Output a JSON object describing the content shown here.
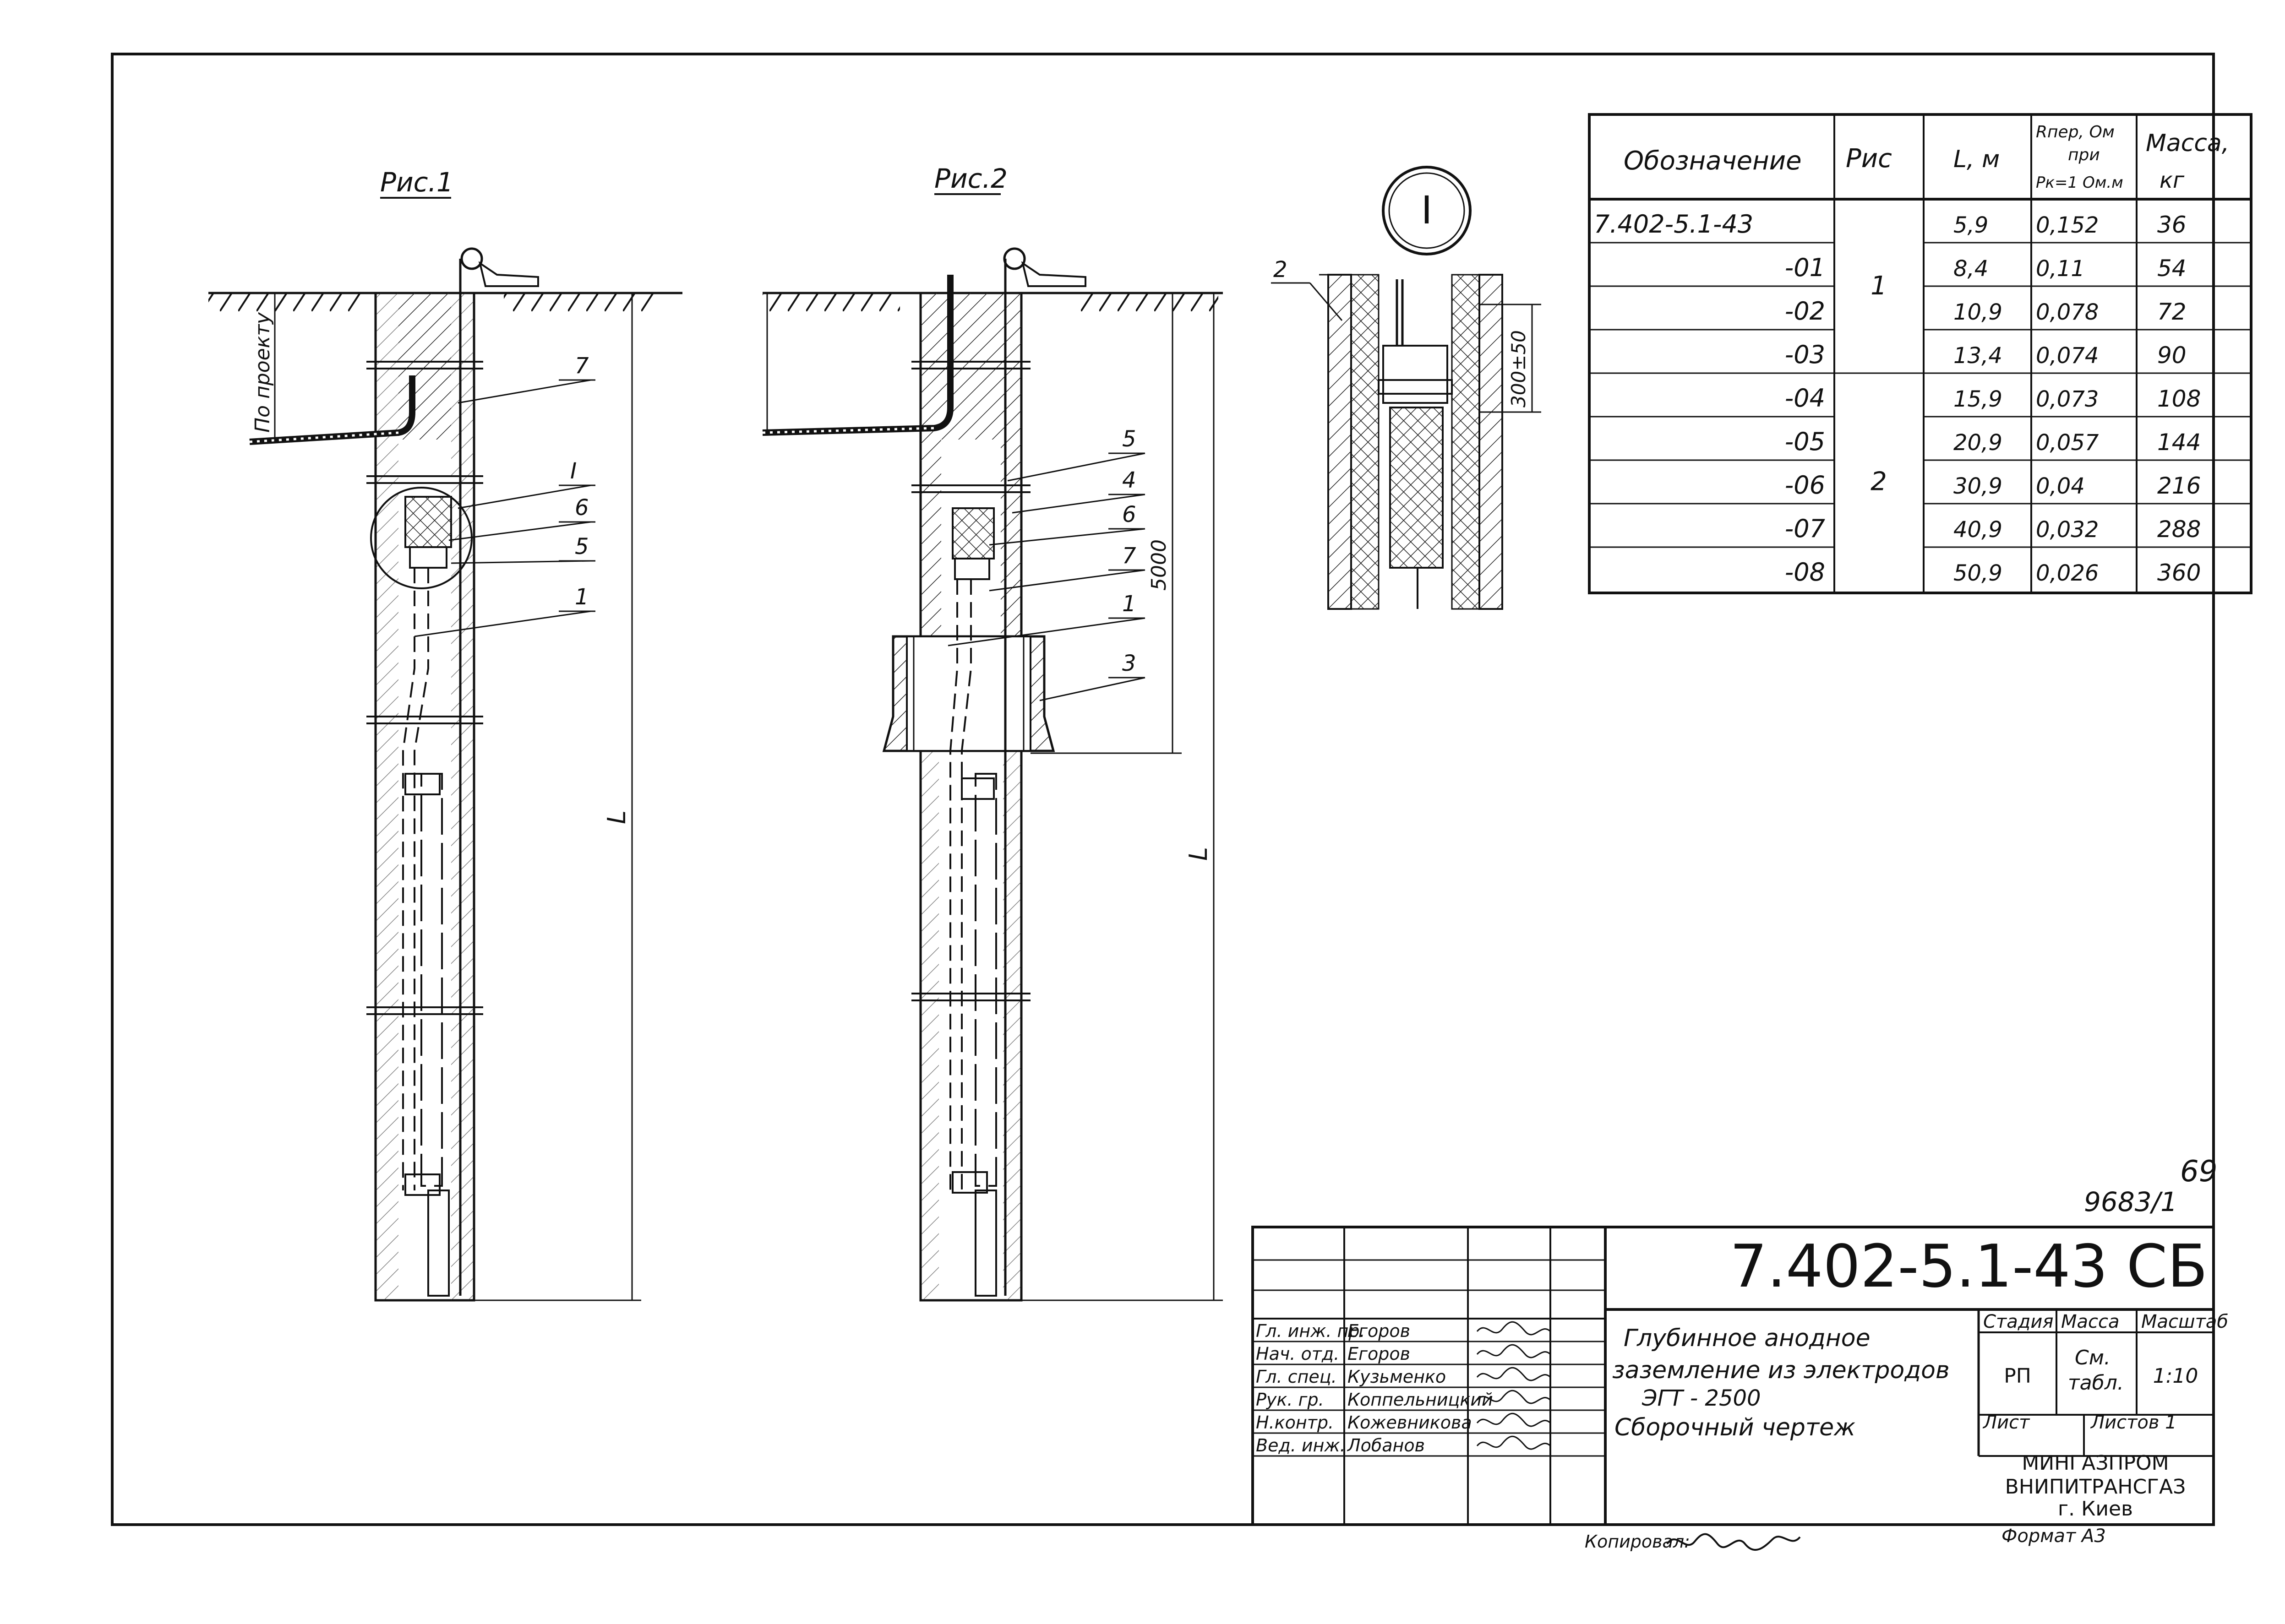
{
  "figures": {
    "fig1_title": "Рис.1",
    "fig2_title": "Рис.2",
    "detail_mark": "I",
    "fig1_depth_label": "По проекту",
    "fig1_length_label": "L",
    "fig1_callouts": [
      "7",
      "I",
      "6",
      "5",
      "1"
    ],
    "fig2_callouts": [
      "5",
      "4",
      "6",
      "7",
      "1",
      "3"
    ],
    "fig2_depth_dim": "5000",
    "fig2_length_label": "L",
    "detail_callout": "2",
    "detail_dim": "300±50"
  },
  "spec_table": {
    "headers": {
      "designation": "Обозначение",
      "fig": "Рис",
      "length": "L, м",
      "resistance_1": "Rпер, Ом",
      "resistance_2": "при",
      "resistance_3": "Pк=1 Ом.м",
      "mass_1": "Масса,",
      "mass_2": "кг"
    },
    "groups": [
      {
        "fig": "1",
        "rows": [
          {
            "designation": "7.402-5.1-43",
            "length": "5,9",
            "resistance": "0,152",
            "mass": "36"
          },
          {
            "designation": "-01",
            "length": "8,4",
            "resistance": "0,11",
            "mass": "54"
          },
          {
            "designation": "-02",
            "length": "10,9",
            "resistance": "0,078",
            "mass": "72"
          },
          {
            "designation": "-03",
            "length": "13,4",
            "resistance": "0,074",
            "mass": "90"
          }
        ]
      },
      {
        "fig": "2",
        "rows": [
          {
            "designation": "-04",
            "length": "15,9",
            "resistance": "0,073",
            "mass": "108"
          },
          {
            "designation": "-05",
            "length": "20,9",
            "resistance": "0,057",
            "mass": "144"
          },
          {
            "designation": "-06",
            "length": "30,9",
            "resistance": "0,04",
            "mass": "216"
          },
          {
            "designation": "-07",
            "length": "40,9",
            "resistance": "0,032",
            "mass": "288"
          },
          {
            "designation": "-08",
            "length": "50,9",
            "resistance": "0,026",
            "mass": "360"
          }
        ]
      }
    ]
  },
  "title_block": {
    "page_number": "69",
    "inventory_number": "9683/1",
    "document_code": "7.402-5.1-43 СБ",
    "title_line1": "Глубинное анодное",
    "title_line2": "заземление из электродов",
    "title_line3": "ЭГТ - 2500",
    "title_line4": "Сборочный чертеж",
    "stage_label": "Стадия",
    "mass_label": "Масса",
    "scale_label": "Масштаб",
    "stage_value": "РП",
    "mass_value_1": "См.",
    "mass_value_2": "табл.",
    "scale_value": "1:10",
    "sheet_label": "Лист",
    "sheets_label": "Листов 1",
    "org_1": "МИНГАЗПРОМ",
    "org_2": "ВНИПИТРАНСГАЗ",
    "org_3": "г. Киев",
    "format_label": "Формат А3",
    "copied_label": "Копировал:"
  },
  "signatures": [
    {
      "role": "Гл. инж. пр.",
      "name": "Егоров"
    },
    {
      "role": "Нач. отд.",
      "name": "Егоров"
    },
    {
      "role": "Гл. спец.",
      "name": "Кузьменко"
    },
    {
      "role": "Рук. гр.",
      "name": "Коппельницкий"
    },
    {
      "role": "Н.контр.",
      "name": "Кожевникова"
    },
    {
      "role": "Вед. инж.",
      "name": "Лобанов"
    }
  ]
}
